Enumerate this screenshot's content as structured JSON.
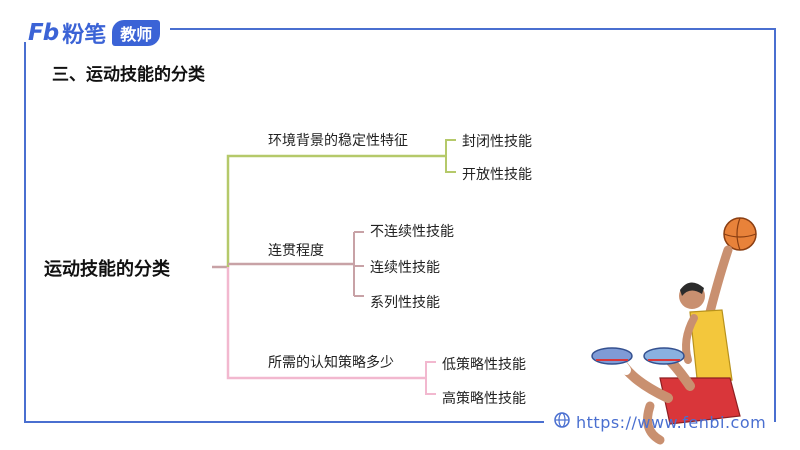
{
  "brand": {
    "mark": "Fb",
    "name": "粉笔",
    "badge": "教师"
  },
  "section_title": "三、运动技能的分类",
  "mindmap": {
    "root": "运动技能的分类",
    "branches": [
      {
        "label": "环境背景的稳定性特征",
        "color": "#b5c96a",
        "children": [
          "封闭性技能",
          "开放性技能"
        ]
      },
      {
        "label": "连贯程度",
        "color": "#c8a2a6",
        "children": [
          "不连续性技能",
          "连续性技能",
          "系列性技能"
        ]
      },
      {
        "label": "所需的认知策略多少",
        "color": "#f2b8cf",
        "children": [
          "低策略性技能",
          "高策略性技能"
        ]
      }
    ]
  },
  "footer": {
    "url": "https://www.fenbi.com",
    "url_visible": "https://w",
    "url_tail": ".com"
  },
  "colors": {
    "accent": "#4a6fd0",
    "brand": "#3b63d6"
  },
  "icons": {
    "globe": "globe-icon",
    "illustration": "basketball-player-illustration"
  }
}
